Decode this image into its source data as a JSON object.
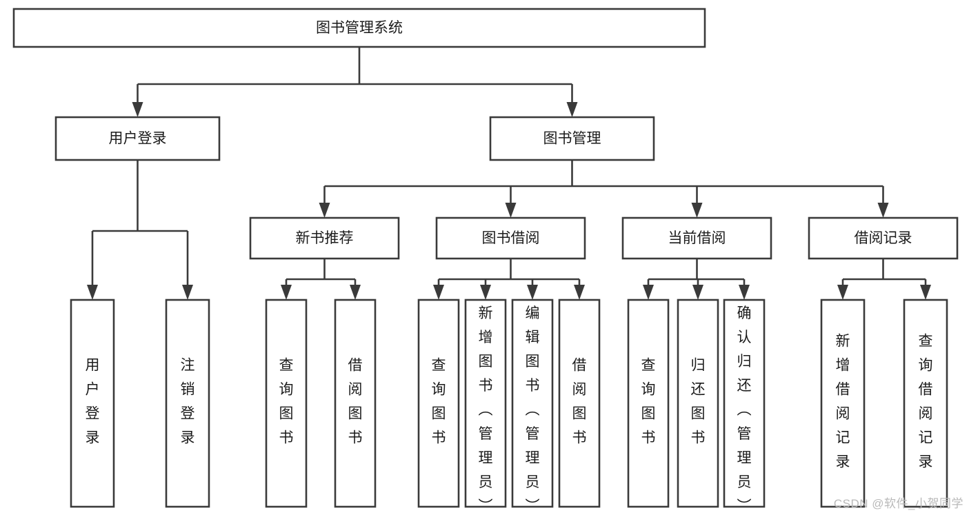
{
  "diagram": {
    "type": "tree-hierarchy",
    "title": "图书管理系统",
    "watermark": "CSDN @软件_小贺同学",
    "colors": {
      "background": "#ffffff",
      "stroke": "#3a3a3a",
      "text": "#1b1b1b",
      "watermark": "#b9b9b9"
    },
    "levels": {
      "root": {
        "label": "图书管理系统"
      },
      "level2": [
        {
          "label": "用户登录"
        },
        {
          "label": "图书管理"
        }
      ],
      "level3": [
        {
          "label": "新书推荐"
        },
        {
          "label": "图书借阅"
        },
        {
          "label": "当前借阅"
        },
        {
          "label": "借阅记录"
        }
      ]
    },
    "groups": [
      {
        "parent": "用户登录",
        "leaves": [
          {
            "label": "用户登录"
          },
          {
            "label": "注销登录"
          }
        ]
      },
      {
        "parent": "新书推荐",
        "leaves": [
          {
            "label": "查询图书"
          },
          {
            "label": "借阅图书"
          }
        ]
      },
      {
        "parent": "图书借阅",
        "leaves": [
          {
            "label": "查询图书"
          },
          {
            "label": "新增图书（管理员）"
          },
          {
            "label": "编辑图书（管理员）"
          },
          {
            "label": "借阅图书"
          }
        ]
      },
      {
        "parent": "当前借阅",
        "leaves": [
          {
            "label": "查询图书"
          },
          {
            "label": "归还图书"
          },
          {
            "label": "确认归还（管理员）"
          }
        ]
      },
      {
        "parent": "借阅记录",
        "leaves": [
          {
            "label": "新增借阅记录"
          },
          {
            "label": "查询借阅记录"
          }
        ]
      }
    ]
  }
}
